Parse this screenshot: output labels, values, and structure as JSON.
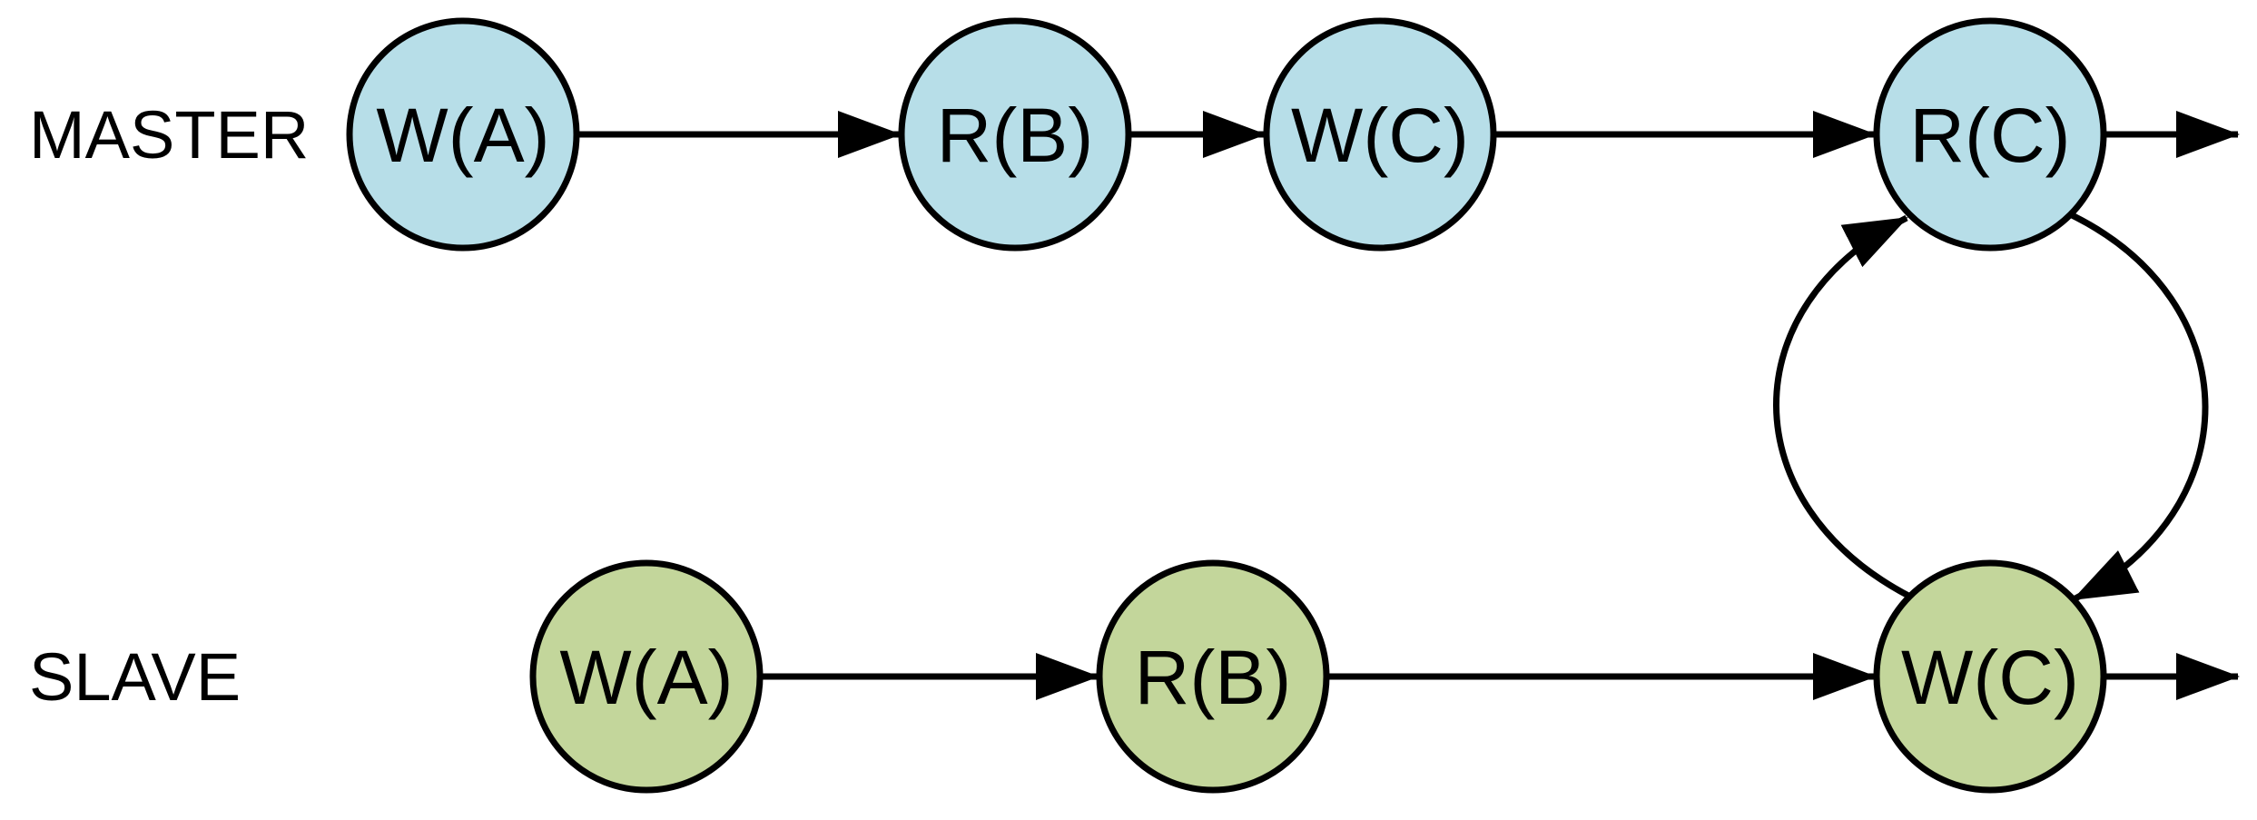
{
  "diagram": {
    "background": "#ffffff",
    "stroke_color": "#000000",
    "rows": [
      {
        "id": "master",
        "label": "MASTER",
        "node_color": "#B7DEE8",
        "nodes": [
          {
            "label": "W(A)"
          },
          {
            "label": "R(B)"
          },
          {
            "label": "W(C)"
          },
          {
            "label": "R(C)"
          }
        ]
      },
      {
        "id": "slave",
        "label": "SLAVE",
        "node_color": "#C3D69B",
        "nodes": [
          {
            "label": "W(A)"
          },
          {
            "label": "R(B)"
          },
          {
            "label": "W(C)"
          }
        ]
      }
    ],
    "edges": [
      {
        "from": "master.W(A)",
        "to": "master.R(B)",
        "style": "straight"
      },
      {
        "from": "master.R(B)",
        "to": "master.W(C)",
        "style": "straight"
      },
      {
        "from": "master.W(C)",
        "to": "master.R(C)",
        "style": "straight"
      },
      {
        "from": "master.R(C)",
        "to": "timeline-exit",
        "style": "straight"
      },
      {
        "from": "slave.W(A)",
        "to": "slave.R(B)",
        "style": "straight"
      },
      {
        "from": "slave.R(B)",
        "to": "slave.W(C)",
        "style": "straight"
      },
      {
        "from": "slave.W(C)",
        "to": "timeline-exit",
        "style": "straight"
      },
      {
        "from": "slave.W(C)",
        "to": "master.R(C)",
        "style": "curved-left"
      },
      {
        "from": "master.R(C)",
        "to": "slave.W(C)",
        "style": "curved-right"
      }
    ]
  }
}
